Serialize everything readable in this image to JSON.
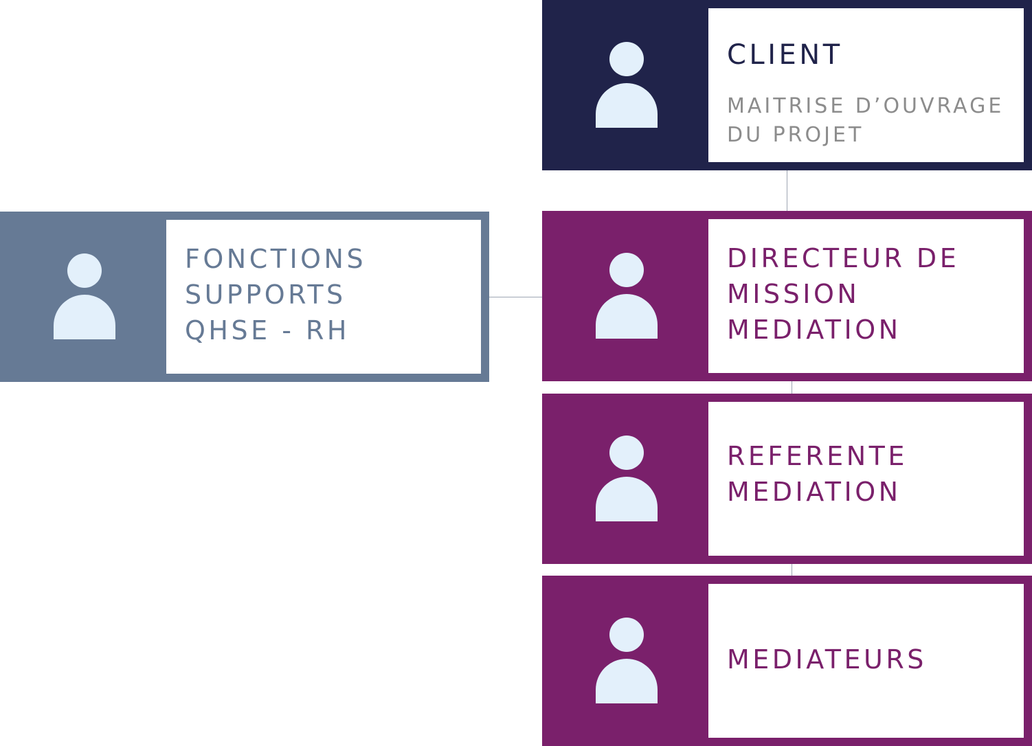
{
  "colors": {
    "client": "#20234a",
    "support": "#667a95",
    "mission": "#7a206b",
    "icon_fill": "#e3f0fb",
    "subtitle": "#8c8c8c"
  },
  "nodes": {
    "client": {
      "title": [
        "CLIENT"
      ],
      "subtitle": [
        "MAITRISE D’OUVRAGE",
        "DU PROJET"
      ],
      "icon": "person-icon"
    },
    "support": {
      "title": [
        "FONCTIONS",
        "SUPPORTS",
        "QHSE - RH"
      ],
      "icon": "person-icon"
    },
    "director": {
      "title": [
        "DIRECTEUR DE",
        "MISSION",
        "MEDIATION"
      ],
      "icon": "person-icon"
    },
    "referente": {
      "title": [
        "REFERENTE",
        "MEDIATION"
      ],
      "icon": "person-icon"
    },
    "mediateurs": {
      "title": [
        "MEDIATEURS"
      ],
      "icon": "person-icon"
    }
  }
}
